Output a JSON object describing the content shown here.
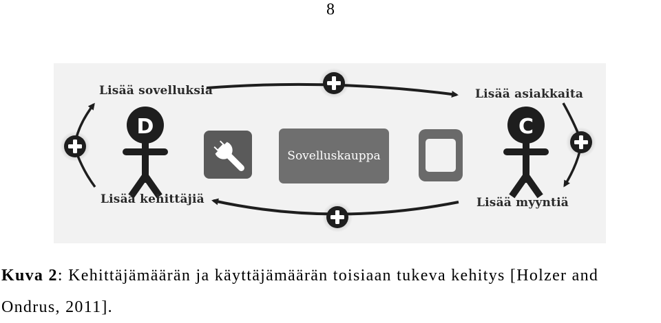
{
  "page": {
    "number": "8"
  },
  "diagram": {
    "labels": {
      "more_apps": "Lisää sovelluksia",
      "more_customers": "Lisää asiakkaita",
      "more_developers": "Lisää kehittäjiä",
      "more_sales": "Lisää myyntiä"
    },
    "developer_letter": "D",
    "customer_letter": "C",
    "store_label": "Sovelluskauppa",
    "icons": [
      "plus-icon",
      "wrench-icon",
      "tablet-icon",
      "developer-figure-icon",
      "customer-figure-icon"
    ],
    "colors": {
      "background": "#f2f2f2",
      "dark": "#1e1e1e",
      "store": "#6f6f6f",
      "tool": "#5a5a5a"
    }
  },
  "caption": {
    "label": "Kuva 2",
    "separator": ": ",
    "text": "Kehittäjämäärän ja käyttäjämäärän toisiaan tukeva kehitys [Holzer and Ondrus, 2011]."
  }
}
